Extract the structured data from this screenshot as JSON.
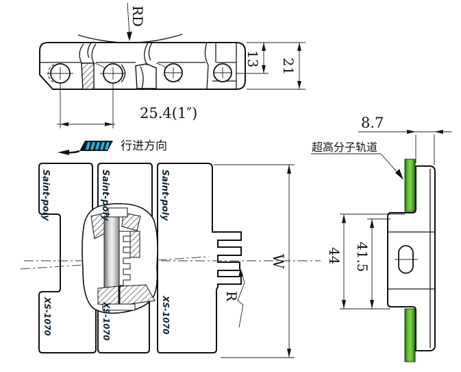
{
  "side_view": {
    "rd_label": "RD",
    "pitch": "25.4(1″)",
    "pin_height": "13",
    "link_height": "21"
  },
  "plan_view": {
    "direction_label": "行进方向",
    "brand": "Saint-poly",
    "model": "XS-1070",
    "width_label": "W",
    "radius_label": "R"
  },
  "end_view": {
    "rail_label": "超高分子轨道",
    "thickness": "8.7",
    "outer_height": "44",
    "inner_height": "41.5"
  },
  "colors": {
    "link": "#2AB0E2",
    "rail": "#57B82A",
    "outline": "#101010"
  }
}
